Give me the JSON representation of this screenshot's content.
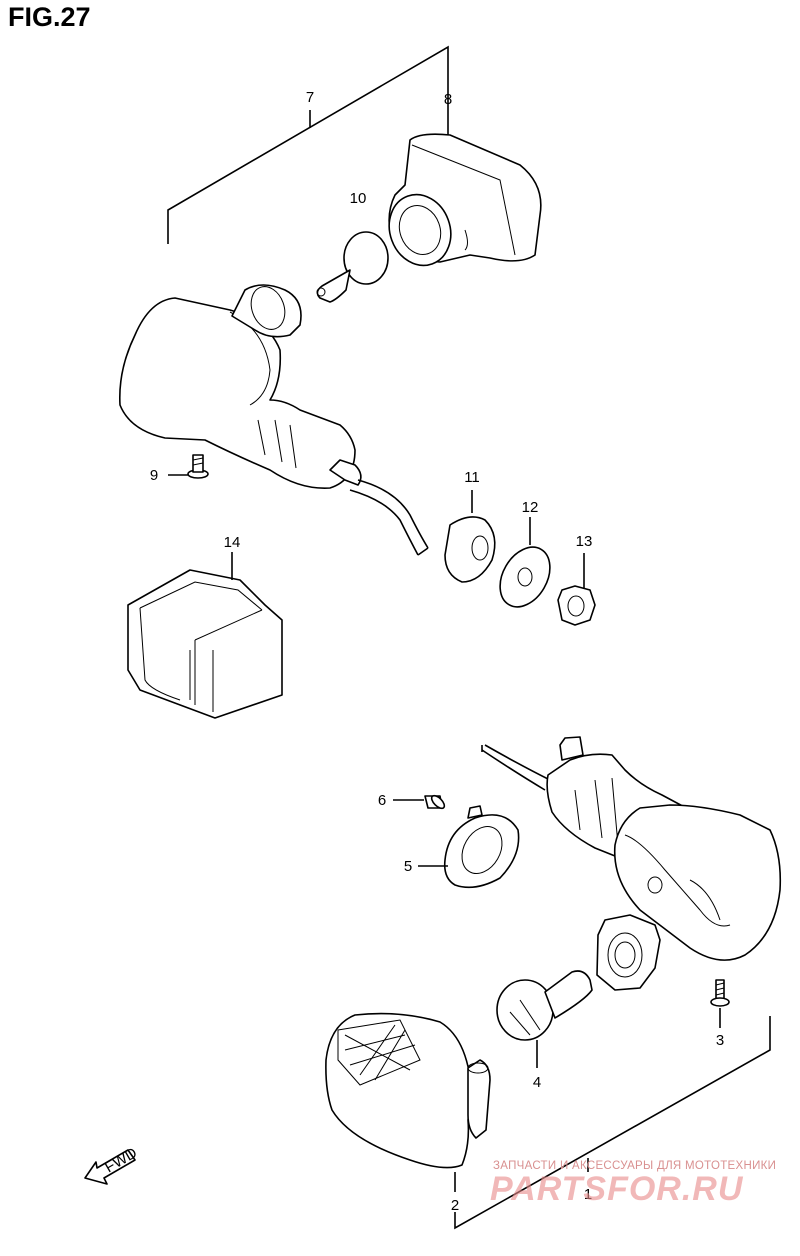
{
  "title": "FIG.27",
  "callouts": [
    "1",
    "2",
    "3",
    "4",
    "5",
    "6",
    "7",
    "8",
    "9",
    "10",
    "11",
    "12",
    "13",
    "14"
  ],
  "fwd_label": "FWD",
  "watermark": {
    "line1": "ЗАПЧАСТИ И АКСЕССУАРЫ ДЛЯ МОТОТЕХНИКИ",
    "line2": "PARTSFOR.RU"
  }
}
